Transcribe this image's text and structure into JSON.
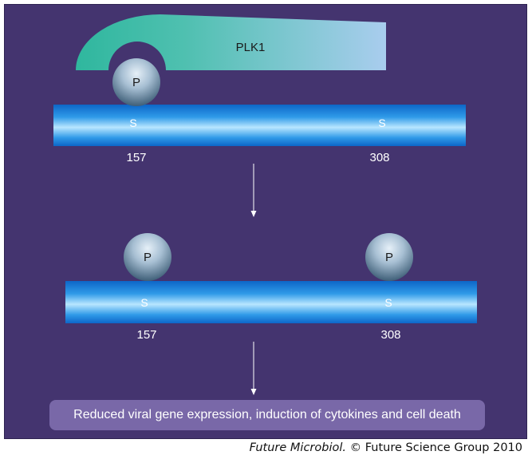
{
  "diagram": {
    "kinase_label": "PLK1",
    "phospho_label": "P",
    "residue_letter": "S",
    "site_a": "157",
    "site_b": "308",
    "outcome": "Reduced viral gene expression, induction of cytokines and cell death",
    "colors": {
      "background": "#44346f",
      "kinase_start": "#2fb79e",
      "kinase_end": "#a9cdee",
      "protein_core": "#6cc6f7",
      "protein_edge": "#0d66c8",
      "outcome_box": "#7968a8"
    }
  },
  "credit": {
    "journal": "Future Microbiol.",
    "copyright": " © Future Science Group 2010"
  }
}
